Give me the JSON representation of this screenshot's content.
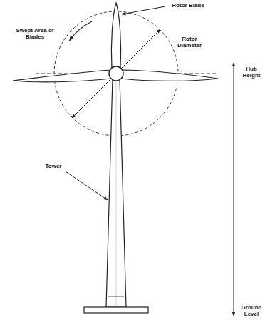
{
  "diagram": {
    "labels": [
      "Rotor Blade",
      "Swept Area of Blades",
      "Rotor Diameter",
      "Hub Height",
      "Tower",
      "Ground Level"
    ]
  }
}
